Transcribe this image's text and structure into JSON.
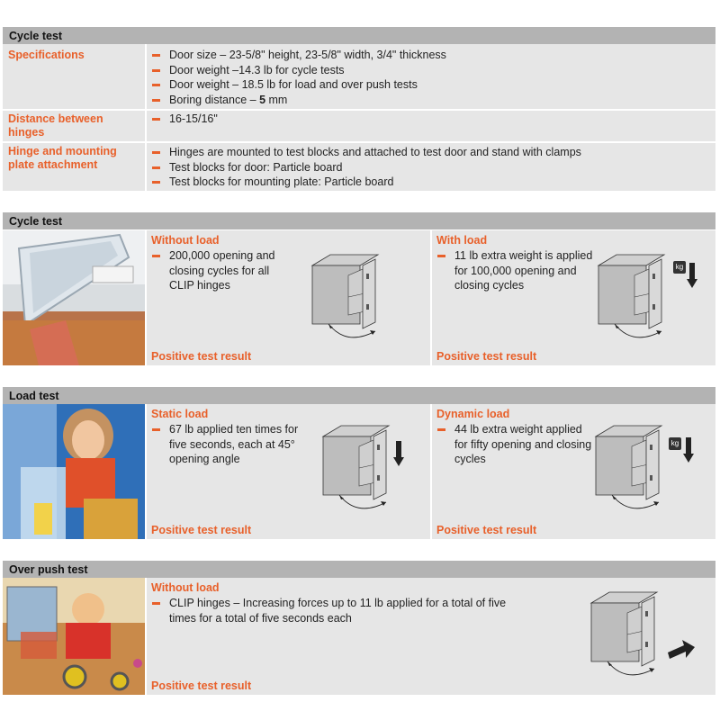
{
  "spec": {
    "header": "Cycle test",
    "rows": [
      {
        "label": "Specifications",
        "items": [
          "Door size – 23-5/8\" height, 23-5/8\" width, 3/4\" thickness",
          "Door weight –14.3 lb for cycle tests",
          "Door weight – 18.5 lb for load and over push tests",
          "Boring distance – 5 mm"
        ]
      },
      {
        "label": "Distance between hinges",
        "items": [
          "16-15/16\""
        ]
      },
      {
        "label": "Hinge and mounting plate attachment",
        "items": [
          "Hinges are mounted to test blocks and attached to test door and stand with clamps",
          "Test blocks for door: Particle board",
          "Test blocks for mounting plate: Particle board"
        ]
      }
    ]
  },
  "cycle": {
    "header": "Cycle test",
    "left": {
      "title": "Without load",
      "text": "200,000 opening and closing cycles for all CLIP hinges",
      "result": "Positive test result"
    },
    "right": {
      "title": "With load",
      "text": "11 lb extra weight is applied for 100,000 opening and closing cycles",
      "result": "Positive test result"
    }
  },
  "load": {
    "header": "Load test",
    "left": {
      "title": "Static load",
      "text": "67 lb applied ten times for five seconds, each at 45° opening angle",
      "result": "Positive test result"
    },
    "right": {
      "title": "Dynamic load",
      "text": "44 lb extra weight applied for fifty opening and closing cycles",
      "result": "Positive test result"
    }
  },
  "push": {
    "header": "Over push test",
    "left": {
      "title": "Without load",
      "text": "CLIP hinges – Increasing forces up to 11 lb applied for a total of five times for a total of five seconds each",
      "result": "Positive test result"
    }
  },
  "weight_label": "kg",
  "colors": {
    "accent": "#e8602a",
    "header_bg": "#b3b3b3",
    "panel_bg": "#e6e6e6"
  }
}
